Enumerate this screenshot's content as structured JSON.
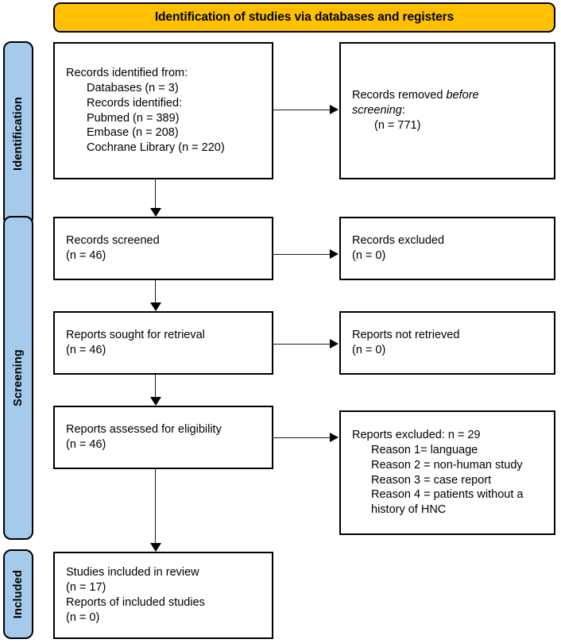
{
  "banner": {
    "title": "Identification of studies via databases and registers"
  },
  "stages": [
    {
      "id": "identification",
      "label": "Identification"
    },
    {
      "id": "screening",
      "label": "Screening"
    },
    {
      "id": "included",
      "label": "Included"
    }
  ],
  "boxes": {
    "records_identified": {
      "line1": "Records identified from:",
      "line2": "Databases (n = 3)",
      "line3": "Records identified:",
      "line4": "Pubmed (n = 389)",
      "line5": "Embase (n = 208)",
      "line6": "Cochrane Library (n = 220)"
    },
    "records_removed": {
      "line1_pre": "Records removed ",
      "line1_em": "before",
      "line2_em": "screening",
      "line2_post": ":",
      "line3": "(n = 771)"
    },
    "records_screened": {
      "line1": "Records screened",
      "line2": "(n = 46)"
    },
    "records_excluded": {
      "line1": "Records excluded",
      "line2": "(n = 0)"
    },
    "reports_sought": {
      "line1": "Reports sought for retrieval",
      "line2": "(n = 46)"
    },
    "reports_not_retrieved": {
      "line1": "Reports not retrieved",
      "line2": "(n = 0)"
    },
    "reports_assessed": {
      "line1": "Reports assessed for eligibility",
      "line2": "(n = 46)"
    },
    "reports_excluded": {
      "line1": "Reports excluded: n = 29",
      "line2": "Reason 1= language",
      "line3": "Reason 2 = non-human study",
      "line4": "Reason 3 = case report",
      "line5": "Reason 4 = patients without a",
      "line6": "history of HNC"
    },
    "studies_included": {
      "line1": "Studies included in review",
      "line2": "(n = 17)",
      "line3": "Reports of included studies",
      "line4": "(n = 0)"
    }
  },
  "colors": {
    "banner_fill": "#FFC000",
    "stage_fill": "#A6CAEC",
    "stroke": "#000000",
    "box_fill": "#FFFFFF"
  }
}
